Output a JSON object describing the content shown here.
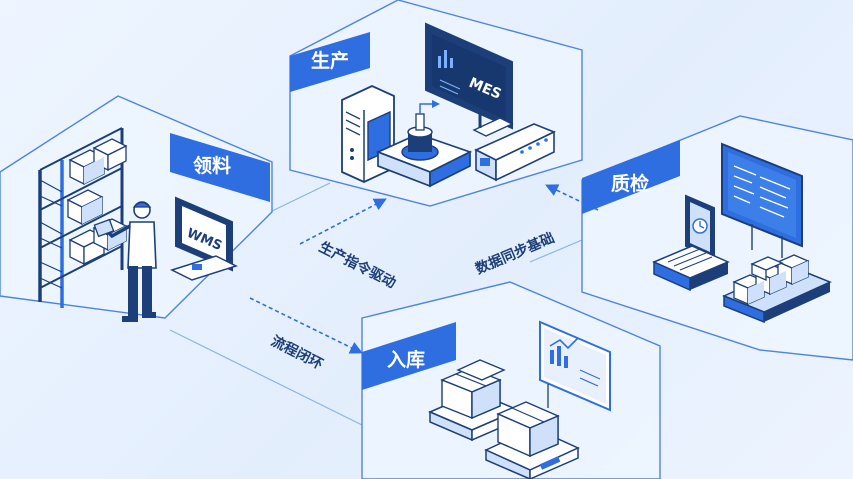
{
  "modules": {
    "production": {
      "label": "生产",
      "screen_text": "MES"
    },
    "picking": {
      "label": "领料",
      "screen_text": "WMS"
    },
    "quality": {
      "label": "质检"
    },
    "warehousing": {
      "label": "入库"
    }
  },
  "flows": {
    "drive": "生产指令驱动",
    "sync": "数据同步基础",
    "loop": "流程闭环"
  },
  "colors": {
    "accent": "#2f6ee0",
    "outline": "#1c3f7a",
    "panel_face": "#f7fbff",
    "light_blue": "#cfe0fb"
  }
}
